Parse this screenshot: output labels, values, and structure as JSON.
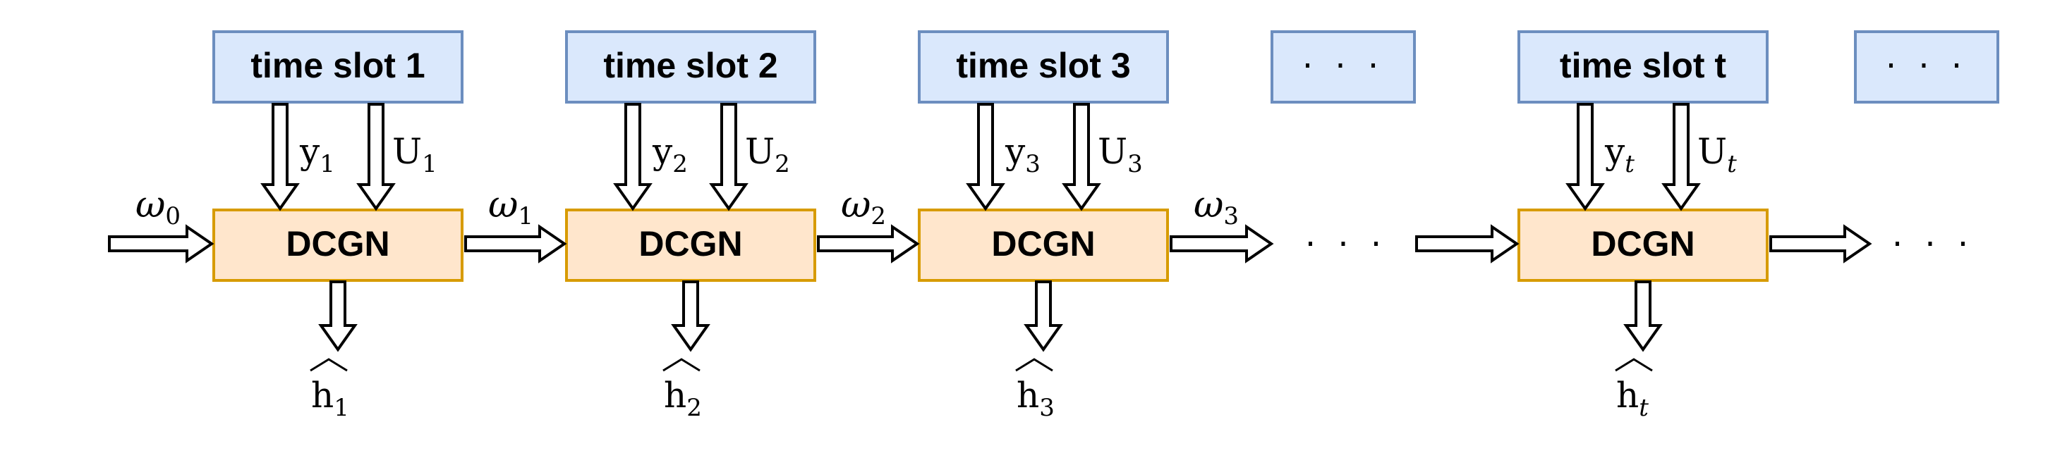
{
  "colors": {
    "slot_fill": "#dae8fc",
    "slot_stroke": "#6c8ebf",
    "dcgn_fill": "#ffe6cc",
    "dcgn_stroke": "#d79b00",
    "arrow_stroke": "#000000"
  },
  "time_slots": [
    {
      "label": "time slot 1"
    },
    {
      "label": "time slot 2"
    },
    {
      "label": "time slot 3"
    },
    {
      "label": "· · ·"
    },
    {
      "label": "time slot t"
    },
    {
      "label": "· · ·"
    }
  ],
  "stages": [
    {
      "block_label": "DCGN",
      "y_label": "y",
      "y_sub": "1",
      "u_label": "U",
      "u_sub": "1",
      "h_label": "h",
      "h_sub": "1"
    },
    {
      "block_label": "DCGN",
      "y_label": "y",
      "y_sub": "2",
      "u_label": "U",
      "u_sub": "2",
      "h_label": "h",
      "h_sub": "2"
    },
    {
      "block_label": "DCGN",
      "y_label": "y",
      "y_sub": "3",
      "u_label": "U",
      "u_sub": "3",
      "h_label": "h",
      "h_sub": "3"
    },
    {
      "block_label": "DCGN",
      "y_label": "y",
      "y_sub": "t",
      "u_label": "U",
      "u_sub": "t",
      "h_label": "h",
      "h_sub": "t"
    }
  ],
  "omegas": [
    {
      "symbol": "ω",
      "sub": "0"
    },
    {
      "symbol": "ω",
      "sub": "1"
    },
    {
      "symbol": "ω",
      "sub": "2"
    },
    {
      "symbol": "ω",
      "sub": "3"
    }
  ],
  "continuation_dots": [
    "· · ·",
    "· · ·"
  ]
}
